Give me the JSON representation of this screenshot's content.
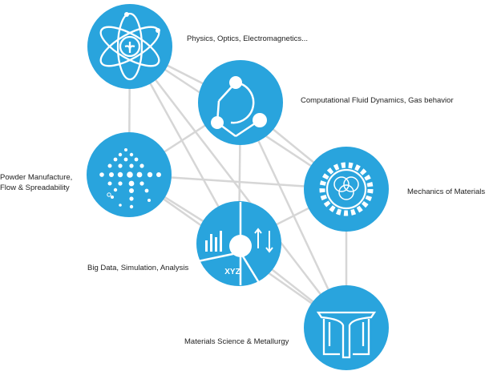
{
  "nodes": [
    {
      "id": "physics",
      "label_lines": [
        "Physics, Optics, Electromagnetics..."
      ],
      "icon": "atom-icon"
    },
    {
      "id": "cfd",
      "label_lines": [
        "Computational Fluid Dynamics, Gas behavior"
      ],
      "icon": "molecule-icon"
    },
    {
      "id": "powder",
      "label_lines": [
        "Powder Manufacture,",
        "Flow & Spreadability"
      ],
      "icon": "particles-icon"
    },
    {
      "id": "mechanics",
      "label_lines": [
        "Mechanics of Materials"
      ],
      "icon": "gear-icon"
    },
    {
      "id": "bigdata",
      "label_lines": [
        "Big Data, Simulation, Analysis"
      ],
      "icon": "data-analysis-icon",
      "icon_text": "XYZ"
    },
    {
      "id": "materials",
      "label_lines": [
        "Materials Science & Metallurgy"
      ],
      "icon": "crucible-icon"
    }
  ],
  "edges": [
    [
      "physics",
      "cfd"
    ],
    [
      "physics",
      "powder"
    ],
    [
      "physics",
      "bigdata"
    ],
    [
      "physics",
      "mechanics"
    ],
    [
      "physics",
      "materials"
    ],
    [
      "cfd",
      "powder"
    ],
    [
      "cfd",
      "bigdata"
    ],
    [
      "cfd",
      "mechanics"
    ],
    [
      "cfd",
      "materials"
    ],
    [
      "powder",
      "bigdata"
    ],
    [
      "powder",
      "mechanics"
    ],
    [
      "powder",
      "materials"
    ],
    [
      "bigdata",
      "mechanics"
    ],
    [
      "bigdata",
      "materials"
    ],
    [
      "mechanics",
      "materials"
    ]
  ],
  "colors": {
    "node": "#29a4dd",
    "edge": "#d6d6d6",
    "icon": "#ffffff"
  }
}
